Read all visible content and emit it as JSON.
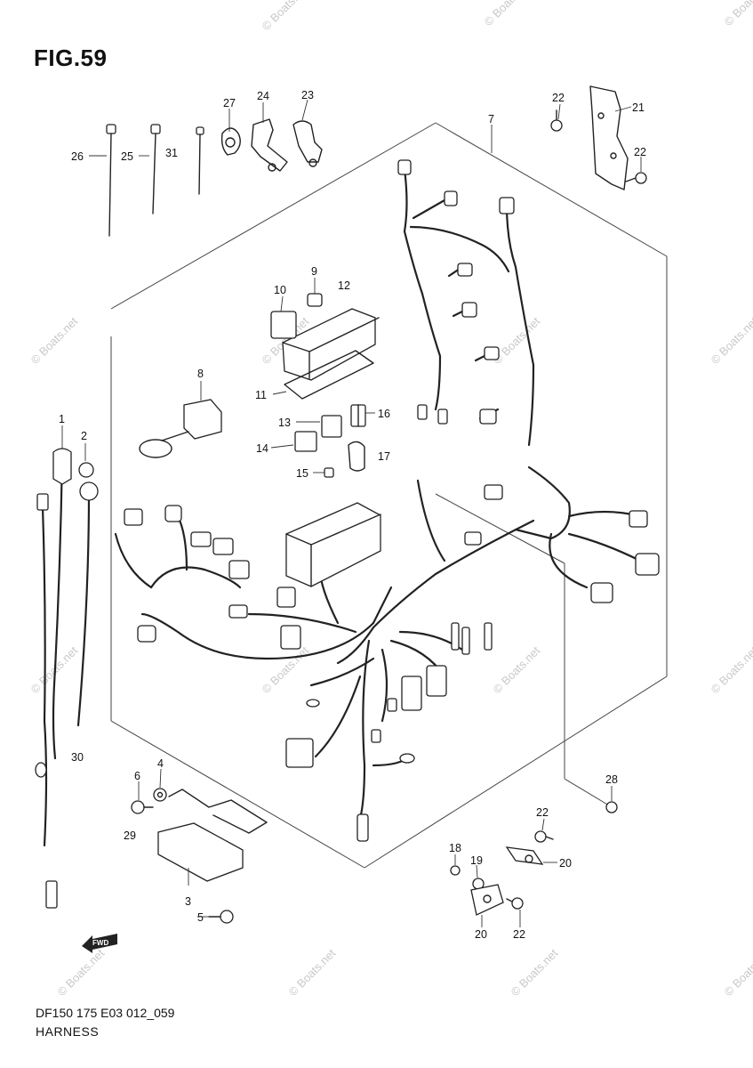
{
  "figure": {
    "title": "FIG.59",
    "code": "DF150 175 E03 012_059",
    "name": "HARNESS"
  },
  "watermark_text": "© Boats.net",
  "fwd_label": "FWD",
  "callouts": [
    {
      "id": "c26",
      "label": "26"
    },
    {
      "id": "c25",
      "label": "25"
    },
    {
      "id": "c31",
      "label": "31"
    },
    {
      "id": "c27",
      "label": "27"
    },
    {
      "id": "c24",
      "label": "24"
    },
    {
      "id": "c23",
      "label": "23"
    },
    {
      "id": "c22a",
      "label": "22"
    },
    {
      "id": "c21",
      "label": "21"
    },
    {
      "id": "c22b",
      "label": "22"
    },
    {
      "id": "c7",
      "label": "7"
    },
    {
      "id": "c10",
      "label": "10"
    },
    {
      "id": "c9",
      "label": "9"
    },
    {
      "id": "c12",
      "label": "12"
    },
    {
      "id": "c8",
      "label": "8"
    },
    {
      "id": "c11",
      "label": "11"
    },
    {
      "id": "c13",
      "label": "13"
    },
    {
      "id": "c16",
      "label": "16"
    },
    {
      "id": "c14",
      "label": "14"
    },
    {
      "id": "c17",
      "label": "17"
    },
    {
      "id": "c15",
      "label": "15"
    },
    {
      "id": "c1",
      "label": "1"
    },
    {
      "id": "c2",
      "label": "2"
    },
    {
      "id": "c30",
      "label": "30"
    },
    {
      "id": "c4",
      "label": "4"
    },
    {
      "id": "c6",
      "label": "6"
    },
    {
      "id": "c29",
      "label": "29"
    },
    {
      "id": "c3",
      "label": "3"
    },
    {
      "id": "c5",
      "label": "5"
    },
    {
      "id": "c28",
      "label": "28"
    },
    {
      "id": "c22c",
      "label": "22"
    },
    {
      "id": "c18",
      "label": "18"
    },
    {
      "id": "c19",
      "label": "19"
    },
    {
      "id": "c20a",
      "label": "20"
    },
    {
      "id": "c20b",
      "label": "20"
    },
    {
      "id": "c22d",
      "label": "22"
    }
  ]
}
